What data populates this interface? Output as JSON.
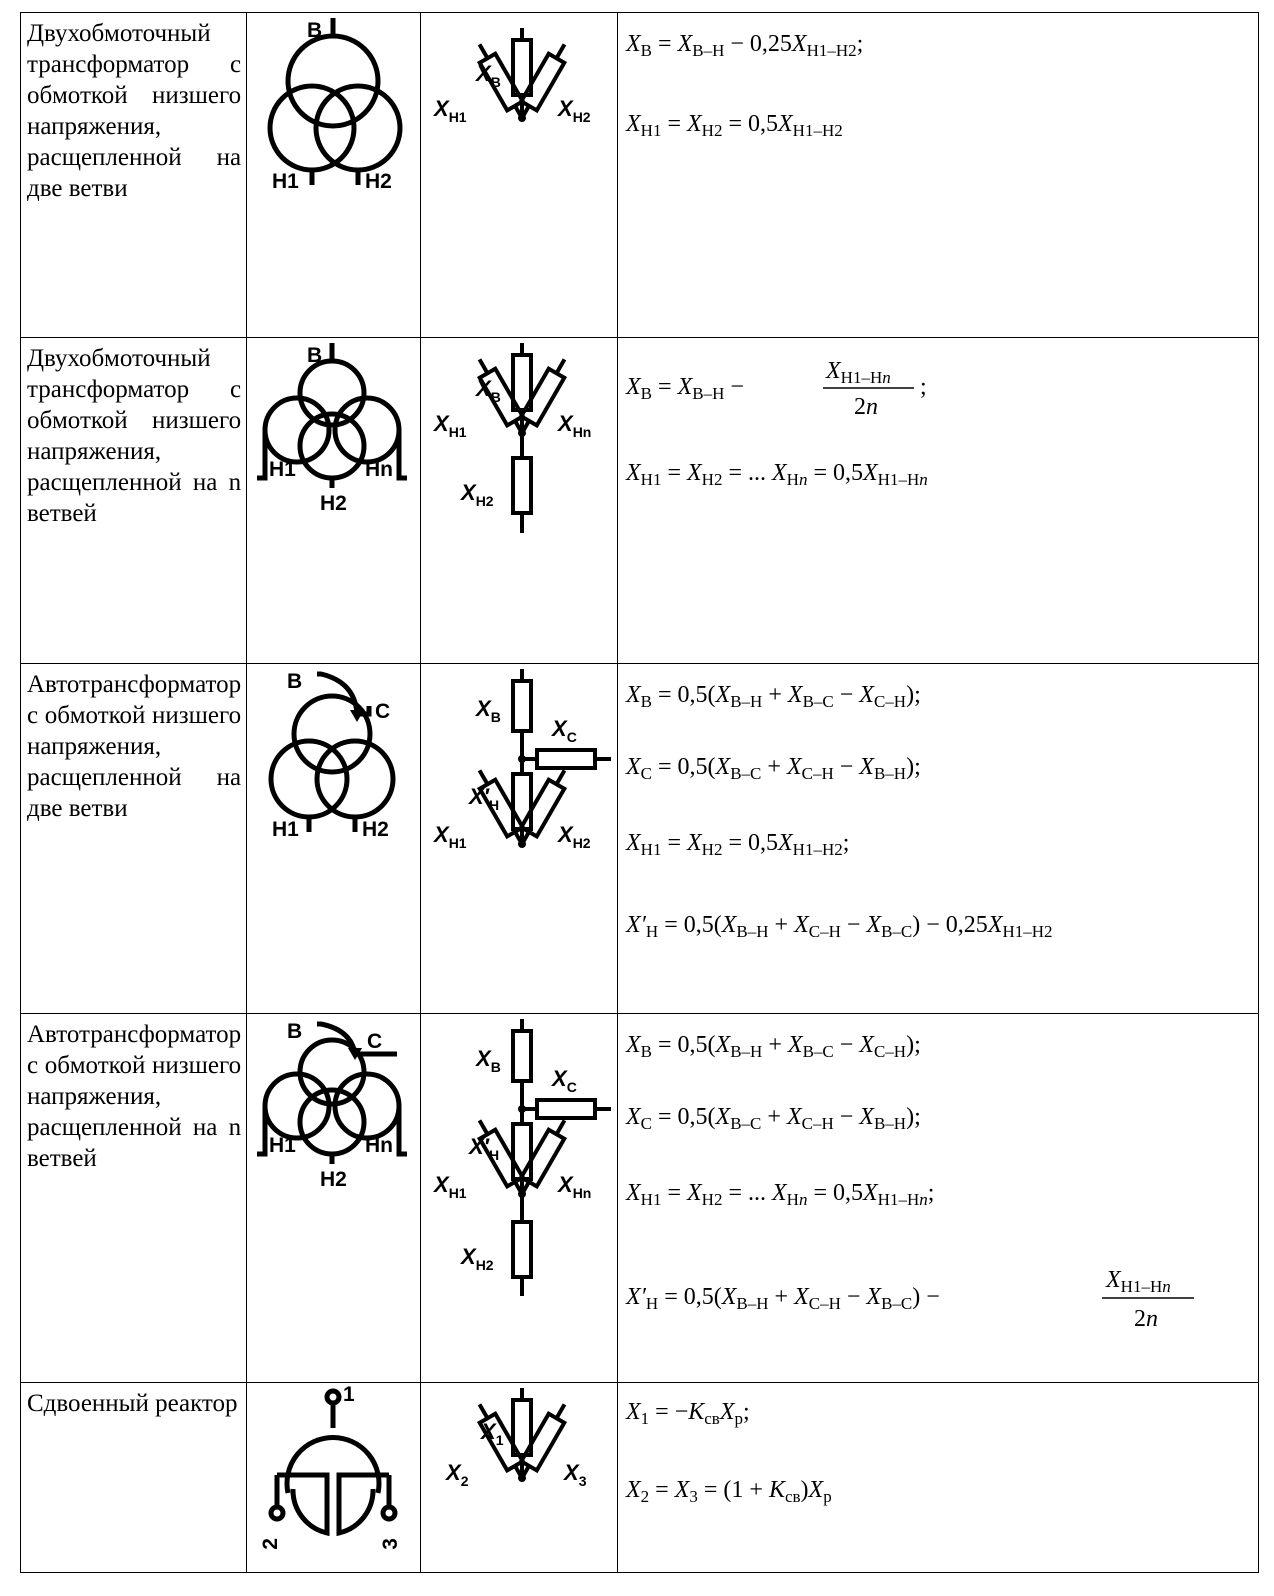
{
  "rows": [
    {
      "description": "Двухобмоточный трансформатор с обмоткой низшего напряжения, расщепленной на две ветви",
      "scheme_labels": {
        "high": "В",
        "low1": "Н1",
        "low2": "Н2"
      },
      "circuit_labels": {
        "xb": "Х",
        "xb_sub": "В",
        "xl": "Х",
        "xl_sub": "Н1",
        "xr": "Х",
        "xr_sub": "Н2"
      },
      "equations": [
        "X_В = X_В–Н − 0,25X_Н1–Н2;",
        "X_Н1 = X_Н2 = 0,5X_Н1–Н2"
      ]
    },
    {
      "description": "Двухобмоточный трансформатор с обмоткой низшего напряжения, расщепленной на n ветвей",
      "scheme_labels": {
        "high": "В",
        "low1": "Н1",
        "low2": "Н2",
        "lown": "Нn"
      },
      "circuit_labels": {
        "xb": "Х",
        "xb_sub": "В",
        "xl": "Х",
        "xl_sub": "Н1",
        "xr": "Х",
        "xr_sub": "Нn",
        "xd": "Х",
        "xd_sub": "Н2"
      },
      "equations": [
        "X_В = X_В–Н − X_Н1–Нn / 2n;",
        "X_Н1 = X_Н2 = ... X_Нn = 0,5X_Н1–Нn"
      ]
    },
    {
      "description": "Автотрансформатор с обмоткой низшего напряжения, расщепленной на две ветви",
      "scheme_labels": {
        "high": "В",
        "mid": "С",
        "low1": "Н1",
        "low2": "Н2"
      },
      "circuit_labels": {
        "xb": "Х",
        "xb_sub": "В",
        "xc": "Х",
        "xc_sub": "С",
        "xh": "Х′",
        "xh_sub": "Н",
        "xl": "Х",
        "xl_sub": "Н1",
        "xr": "Х",
        "xr_sub": "Н2"
      },
      "equations": [
        "X_В = 0,5(X_В–Н + X_В–С − X_С–Н);",
        "X_С = 0,5(X_В–С + X_С–Н − X_В–Н);",
        "X_Н1 = X_Н2 = 0,5X_Н1–Н2;",
        "X′_Н = 0,5(X_В–Н + X_С–Н − X_В–С) − 0,25X_Н1–Н2"
      ]
    },
    {
      "description": "Автотрансформатор с обмоткой низшего напряжения, расщепленной на n ветвей",
      "scheme_labels": {
        "high": "В",
        "mid": "С",
        "low1": "Н1",
        "low2": "Н2",
        "lown": "Нn"
      },
      "circuit_labels": {
        "xb": "Х",
        "xb_sub": "В",
        "xc": "Х",
        "xc_sub": "С",
        "xh": "Х′",
        "xh_sub": "Н",
        "xl": "Х",
        "xl_sub": "Н1",
        "xr": "Х",
        "xr_sub": "Нn",
        "xd": "Х",
        "xd_sub": "Н2"
      },
      "equations": [
        "X_В = 0,5(X_В–Н + X_В–С − X_С–Н);",
        "X_С = 0,5(X_В–С + X_С–Н − X_В–Н);",
        "X_Н1 = X_Н2 = ... X_Нn = 0,5X_Н1–Нn;",
        "X′_Н = 0,5(X_В–Н + X_С–Н − X_В–С) − X_Н1–Нn / 2n"
      ]
    },
    {
      "description": "Сдвоенный реактор",
      "scheme_labels": {
        "t1": "1",
        "t2": "2",
        "t3": "3"
      },
      "circuit_labels": {
        "x1": "Х",
        "x1_sub": "1",
        "x2": "Х",
        "x2_sub": "2",
        "x3": "Х",
        "x3_sub": "3"
      },
      "equations": [
        "X_1 = −K_св X_р;",
        "X_2 = X_3 = (1 + K_св)X_р"
      ]
    }
  ]
}
